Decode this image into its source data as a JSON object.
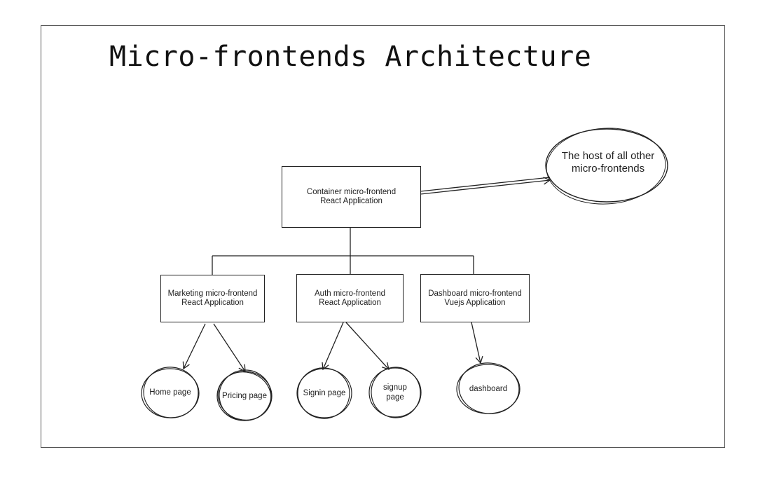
{
  "title": "Micro-frontends Architecture",
  "container": {
    "line1": "Container micro-frontend",
    "line2": "React Application"
  },
  "host_note": {
    "line1": "The host of all other",
    "line2": "micro-frontends"
  },
  "children": [
    {
      "line1": "Marketing micro-frontend",
      "line2": "React Application"
    },
    {
      "line1": "Auth micro-frontend",
      "line2": "React Application"
    },
    {
      "line1": "Dashboard micro-frontend",
      "line2": "Vuejs Application"
    }
  ],
  "pages": {
    "home": "Home page",
    "pricing": "Pricing page",
    "signin": "Signin page",
    "signup_line1": "signup",
    "signup_line2": "page",
    "dashboard": "dashboard"
  }
}
